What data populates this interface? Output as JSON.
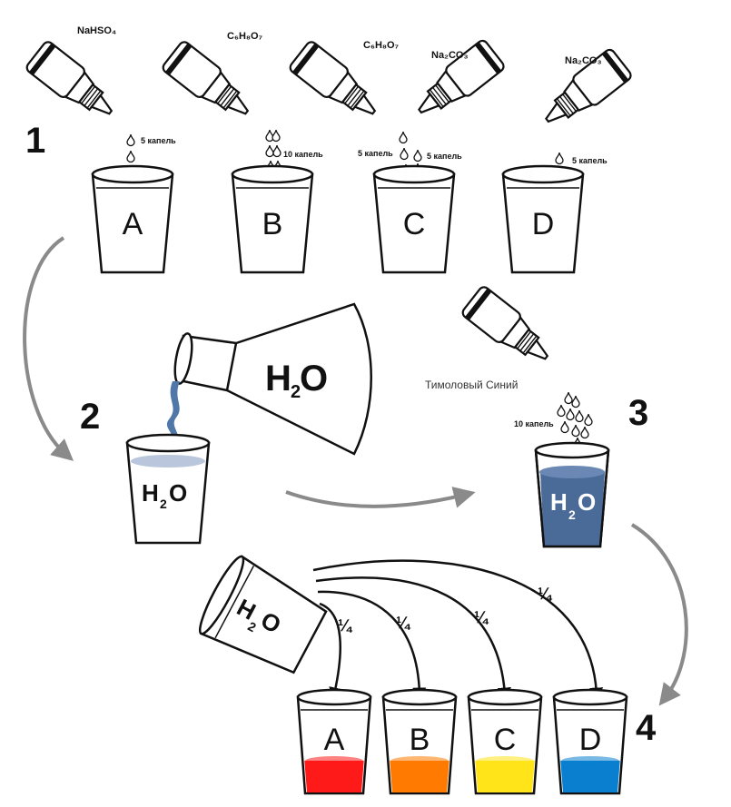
{
  "step1": {
    "number": "1",
    "reagents": {
      "a": {
        "formula": "NaHSO₄",
        "drops": "5 капель"
      },
      "b": {
        "formula": "C₆H₈O₇",
        "drops": "10 капель"
      },
      "c1": {
        "formula": "C₆H₈O₇",
        "drops": "5 капель"
      },
      "c2": {
        "formula": "Na₂CO₃",
        "drops": "5 капель"
      },
      "d": {
        "formula": "Na₂CO₃",
        "drops": "5 капель"
      }
    },
    "cups": [
      "A",
      "B",
      "C",
      "D"
    ]
  },
  "step2": {
    "number": "2",
    "flask_label_main": "H",
    "flask_label_sub": "2",
    "flask_label_end": "O",
    "cup_label_main": "H",
    "cup_label_sub": "2",
    "cup_label_end": "O"
  },
  "step3": {
    "number": "3",
    "indicator": "Тимоловый Синий",
    "drops": "10 капель",
    "cup_label_main": "H",
    "cup_label_sub": "2",
    "cup_label_end": "O"
  },
  "step4": {
    "number": "4",
    "pour_cup_main": "H",
    "pour_cup_sub": "2",
    "pour_cup_end": "O",
    "fractions": [
      "¼",
      "¼",
      "¼",
      "¼"
    ],
    "cups": [
      {
        "label": "A",
        "color": "#ff1a1a"
      },
      {
        "label": "B",
        "color": "#ff7a00"
      },
      {
        "label": "C",
        "color": "#ffe41a"
      },
      {
        "label": "D",
        "color": "#0a7fd0"
      }
    ]
  },
  "colors": {
    "water": "#b9c6dc",
    "stream": "#4f77a8",
    "indicator_water": "#4a6a97",
    "arrow_gray": "#8a8a8a"
  }
}
